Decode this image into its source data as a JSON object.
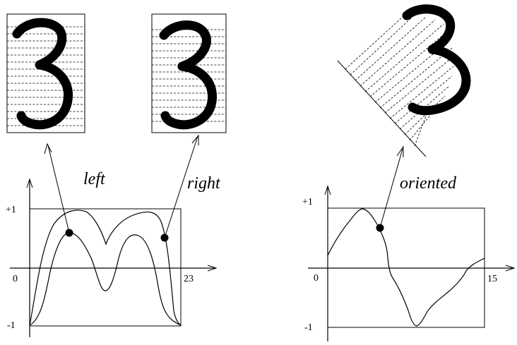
{
  "labels": {
    "left": "left",
    "right": "right",
    "oriented": "oriented"
  },
  "left_plot": {
    "y_top": "+1",
    "y_bottom": "-1",
    "x_start": "0",
    "x_end": "23"
  },
  "right_plot": {
    "y_top": "+1",
    "y_bottom": "-1",
    "x_start": "0",
    "x_end": "15"
  }
}
